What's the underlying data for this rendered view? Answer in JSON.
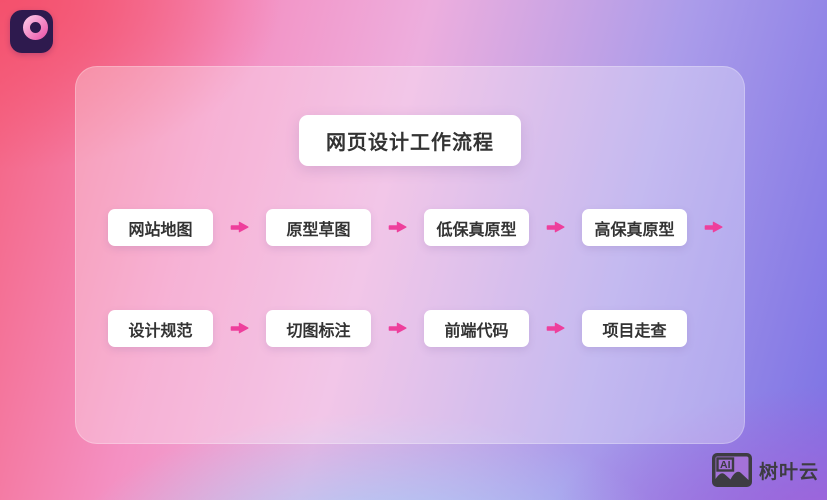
{
  "page": {
    "title": "网页设计工作流程"
  },
  "flow": {
    "rows": [
      {
        "steps": [
          "网站地图",
          "原型草图",
          "低保真原型",
          "高保真原型"
        ]
      },
      {
        "steps": [
          "设计规范",
          "切图标注",
          "前端代码",
          "项目走查"
        ]
      }
    ]
  },
  "watermark": {
    "icon_label": "AI",
    "brand": "树叶云"
  },
  "colors": {
    "arrow": "#ee3f9c",
    "title_text": "#333333",
    "step_text": "#333333",
    "logo_bg": "#2e1a4e",
    "watermark_ink": "#3d3c42"
  }
}
